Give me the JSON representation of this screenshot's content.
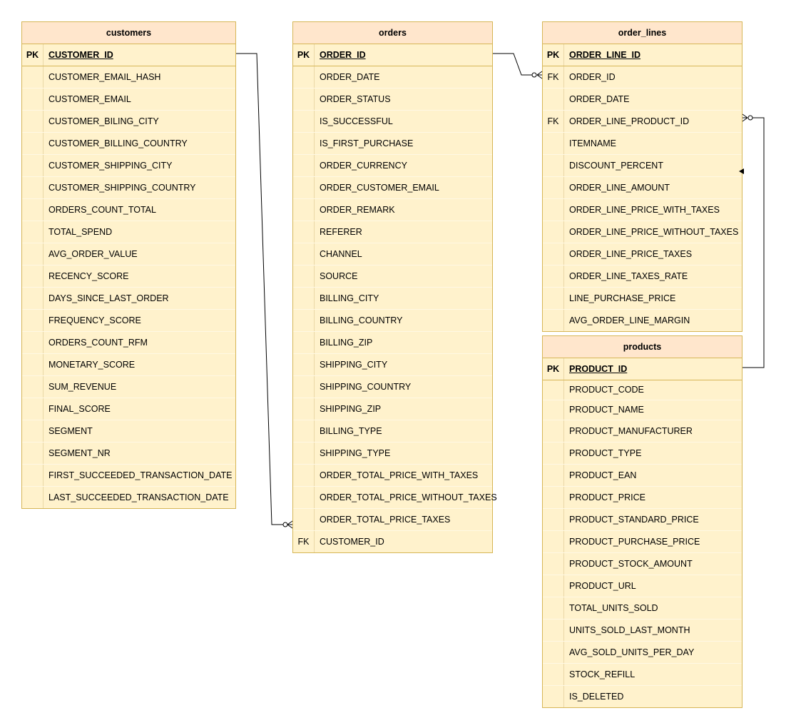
{
  "colors": {
    "header_fill": "#ffe6cc",
    "body_fill": "#fff2cc",
    "border": "#d6b656",
    "line": "#000000"
  },
  "customers": {
    "title": "customers",
    "pk": {
      "key": "PK",
      "name": "CUSTOMER_ID"
    },
    "fields": [
      "CUSTOMER_EMAIL_HASH",
      "CUSTOMER_EMAIL",
      "CUSTOMER_BILING_CITY",
      "CUSTOMER_BILLING_COUNTRY",
      "CUSTOMER_SHIPPING_CITY",
      "CUSTOMER_SHIPPING_COUNTRY",
      "ORDERS_COUNT_TOTAL",
      "TOTAL_SPEND",
      "AVG_ORDER_VALUE",
      "RECENCY_SCORE",
      "DAYS_SINCE_LAST_ORDER",
      "FREQUENCY_SCORE",
      "ORDERS_COUNT_RFM",
      "MONETARY_SCORE",
      "SUM_REVENUE",
      "FINAL_SCORE",
      "SEGMENT",
      "SEGMENT_NR",
      "FIRST_SUCCEEDED_TRANSACTION_DATE",
      "LAST_SUCCEEDED_TRANSACTION_DATE"
    ]
  },
  "orders": {
    "title": "orders",
    "pk": {
      "key": "PK",
      "name": "ORDER_ID"
    },
    "fields": [
      {
        "key": "",
        "name": "ORDER_DATE"
      },
      {
        "key": "",
        "name": "ORDER_STATUS"
      },
      {
        "key": "",
        "name": "IS_SUCCESSFUL"
      },
      {
        "key": "",
        "name": "IS_FIRST_PURCHASE"
      },
      {
        "key": "",
        "name": "ORDER_CURRENCY"
      },
      {
        "key": "",
        "name": "ORDER_CUSTOMER_EMAIL"
      },
      {
        "key": "",
        "name": "ORDER_REMARK"
      },
      {
        "key": "",
        "name": "REFERER"
      },
      {
        "key": "",
        "name": "CHANNEL"
      },
      {
        "key": "",
        "name": "SOURCE"
      },
      {
        "key": "",
        "name": "BILLING_CITY"
      },
      {
        "key": "",
        "name": "BILLING_COUNTRY"
      },
      {
        "key": "",
        "name": "BILLING_ZIP"
      },
      {
        "key": "",
        "name": "SHIPPING_CITY"
      },
      {
        "key": "",
        "name": "SHIPPING_COUNTRY"
      },
      {
        "key": "",
        "name": "SHIPPING_ZIP"
      },
      {
        "key": "",
        "name": "BILLING_TYPE"
      },
      {
        "key": "",
        "name": "SHIPPING_TYPE"
      },
      {
        "key": "",
        "name": "ORDER_TOTAL_PRICE_WITH_TAXES"
      },
      {
        "key": "",
        "name": "ORDER_TOTAL_PRICE_WITHOUT_TAXES"
      },
      {
        "key": "",
        "name": "ORDER_TOTAL_PRICE_TAXES"
      },
      {
        "key": "FK",
        "name": "CUSTOMER_ID"
      }
    ]
  },
  "order_lines": {
    "title": "order_lines",
    "pk": {
      "key": "PK",
      "name": "ORDER_LINE_ID"
    },
    "fields": [
      {
        "key": "FK",
        "name": "ORDER_ID"
      },
      {
        "key": "",
        "name": "ORDER_DATE"
      },
      {
        "key": "FK",
        "name": "ORDER_LINE_PRODUCT_ID"
      },
      {
        "key": "",
        "name": "ITEMNAME"
      },
      {
        "key": "",
        "name": "DISCOUNT_PERCENT"
      },
      {
        "key": "",
        "name": "ORDER_LINE_AMOUNT"
      },
      {
        "key": "",
        "name": "ORDER_LINE_PRICE_WITH_TAXES"
      },
      {
        "key": "",
        "name": "ORDER_LINE_PRICE_WITHOUT_TAXES"
      },
      {
        "key": "",
        "name": "ORDER_LINE_PRICE_TAXES"
      },
      {
        "key": "",
        "name": "ORDER_LINE_TAXES_RATE"
      },
      {
        "key": "",
        "name": "LINE_PURCHASE_PRICE"
      },
      {
        "key": "",
        "name": "AVG_ORDER_LINE_MARGIN"
      }
    ]
  },
  "products": {
    "title": "products",
    "pk": {
      "key": "PK",
      "name": "PRODUCT_ID"
    },
    "fields": [
      "PRODUCT_CODE",
      "PRODUCT_NAME",
      "PRODUCT_MANUFACTURER",
      "PRODUCT_TYPE",
      "PRODUCT_EAN",
      "PRODUCT_PRICE",
      "PRODUCT_STANDARD_PRICE",
      "PRODUCT_PURCHASE_PRICE",
      "PRODUCT_STOCK_AMOUNT",
      "PRODUCT_URL",
      "TOTAL_UNITS_SOLD",
      "UNITS_SOLD_LAST_MONTH",
      "AVG_SOLD_UNITS_PER_DAY",
      "STOCK_REFILL",
      "IS_DELETED"
    ]
  },
  "relationships": [
    {
      "from": "customers.CUSTOMER_ID",
      "to": "orders.CUSTOMER_ID",
      "cardinality": "one-to-zero-or-many"
    },
    {
      "from": "orders.ORDER_ID",
      "to": "order_lines.ORDER_ID",
      "cardinality": "one-to-zero-or-many"
    },
    {
      "from": "products.PRODUCT_ID",
      "to": "order_lines.ORDER_LINE_PRODUCT_ID",
      "cardinality": "one-to-zero-or-many"
    }
  ]
}
